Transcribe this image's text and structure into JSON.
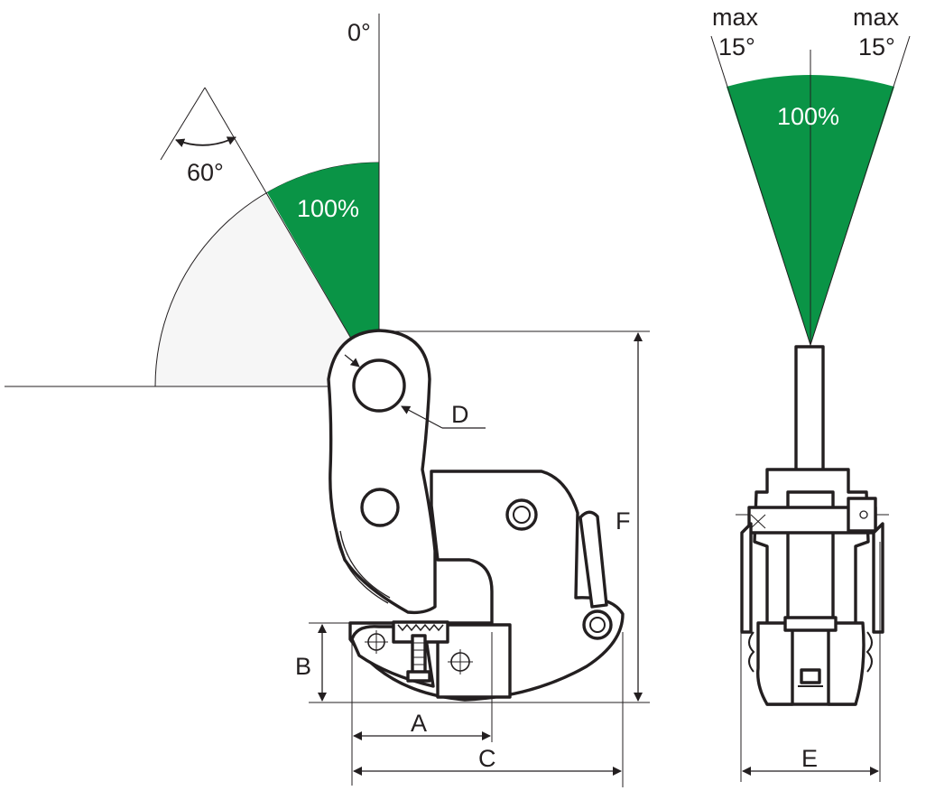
{
  "colors": {
    "working_range": "#0a9446",
    "outline": "#231f20",
    "fan_fill": "#f6f6f6",
    "background": "#ffffff"
  },
  "side_view": {
    "label_vertical": "0°",
    "label_angle": "60°",
    "label_range": "100%",
    "dims": {
      "A": "A",
      "B": "B",
      "C": "C",
      "D": "D",
      "F": "F"
    }
  },
  "front_view": {
    "left_max": "max",
    "left_angle": "15°",
    "right_max": "max",
    "right_angle": "15°",
    "label_range": "100%",
    "dims": {
      "E": "E"
    }
  }
}
